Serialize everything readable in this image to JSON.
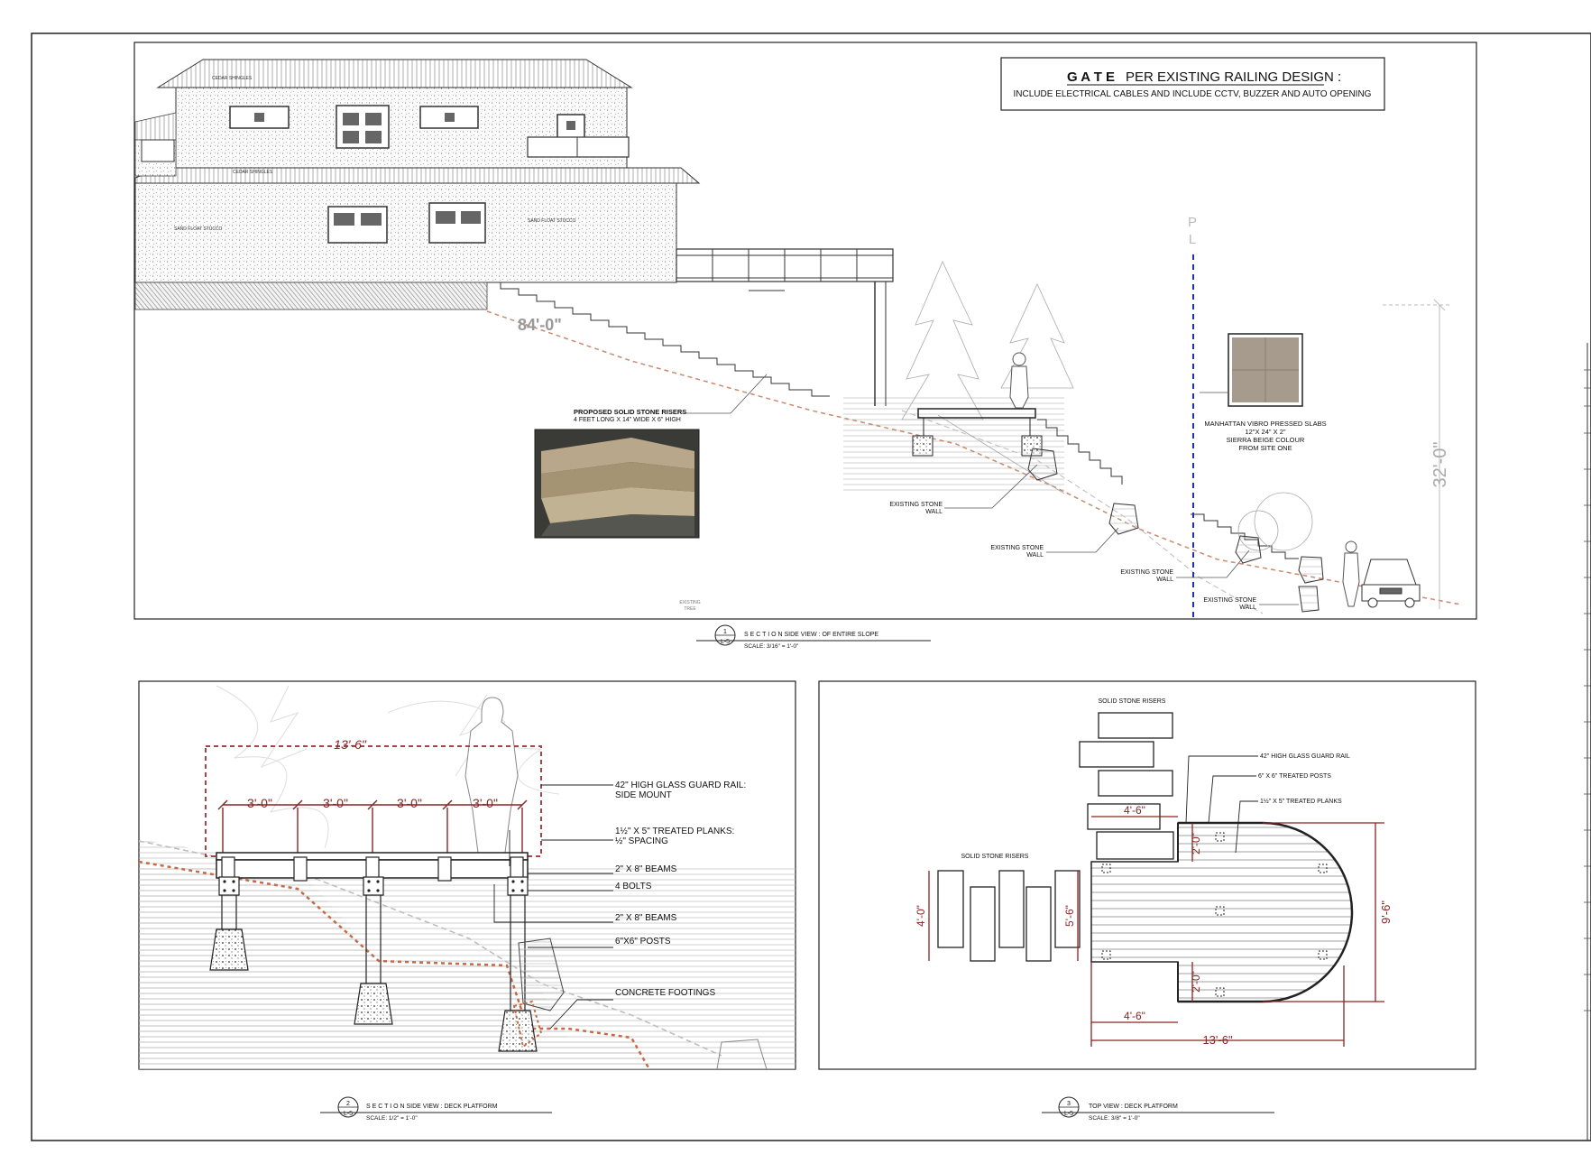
{
  "gate_note": {
    "title_prefix": "G A T E",
    "title": "PER EXISTING RAILING DESIGN :",
    "subtitle": "INCLUDE ELECTRICAL CABLES AND INCLUDE CCTV, BUZZER AND AUTO OPENING"
  },
  "house": {
    "roof_label_1": "CEDAR SHINGLES",
    "roof_label_2": "CEDAR SHINGLES",
    "wall_label_1": "SAND FLOAT STUCCO",
    "wall_label_2": "SAND FLOAT STUCCO",
    "elevation_tag": "84'-0\""
  },
  "section1": {
    "risers_title": "PROPOSED SOLID STONE RISERS",
    "risers_spec": "4 FEET LONG X 14\" WIDE X 6\" HIGH",
    "slab_line1": "MANHATTAN VIBRO PRESSED SLABS",
    "slab_line2": "12\"X 24\" X 2\"",
    "slab_line3": "SIERRA BEIGE COLOUR",
    "slab_line4": "FROM SITE ONE",
    "pl_1": "P",
    "pl_2": "L",
    "height_dim": "32'-0\"",
    "wall_1a": "EXISTING STONE",
    "wall_1b": "WALL",
    "wall_2a": "EXISTING STONE",
    "wall_2b": "WALL",
    "wall_3a": "EXISTING STONE",
    "wall_3b": "WALL",
    "wall_4a": "EXISTING STONE",
    "wall_4b": "WALL",
    "tree_1": "EXISTING",
    "tree_2": "TREE",
    "title_num": "1",
    "title_ref": "L-5",
    "title_text": "S E C T I O N  SIDE VIEW :   OF ENTIRE SLOPE",
    "scale": "SCALE: 3/16\" = 1'-0\""
  },
  "section2": {
    "overall_dim": "13'-6\"",
    "bay_1": "3'-0\"",
    "bay_2": "3'-0\"",
    "bay_3": "3'-0\"",
    "bay_4": "3'-0\"",
    "note_rail_1": "42\" HIGH GLASS GUARD RAIL:",
    "note_rail_2": "SIDE MOUNT",
    "note_planks_1": "1½\" X 5\" TREATED PLANKS:",
    "note_planks_2": "½\" SPACING",
    "note_beams_1": "2\" X 8\" BEAMS",
    "note_bolts": "4 BOLTS",
    "note_beams_2": "2\" X 8\" BEAMS",
    "note_posts": "6\"X6\" POSTS",
    "note_footings": "CONCRETE FOOTINGS",
    "title_num": "2",
    "title_ref": "L-5",
    "title_text": "S E C T I O N  SIDE VIEW :   DECK PLATFORM",
    "scale": "SCALE: 1/2\" = 1'-0\""
  },
  "section3": {
    "risers_top": "SOLID STONE RISERS",
    "risers_left": "SOLID STONE RISERS",
    "note_rail": "42\" HIGH GLASS GUARD RAIL",
    "note_posts": "6\" X 6\" TREATED POSTS",
    "note_planks": "1½\" X 5\" TREATED PLANKS",
    "dim_top_width": "4'-6\"",
    "dim_bottom_width": "4'-6\"",
    "dim_top_notch": "2'-0\"",
    "dim_bottom_notch": "2'-0\"",
    "dim_left_risers": "4'-0\"",
    "dim_mid": "5'-6\"",
    "dim_depth": "9'-6\"",
    "dim_overall": "13'-6\"",
    "title_num": "3",
    "title_ref": "L-5",
    "title_text": "TOP VIEW :   DECK PLATFORM",
    "scale": "SCALE: 3/8\" = 1'-0\""
  }
}
